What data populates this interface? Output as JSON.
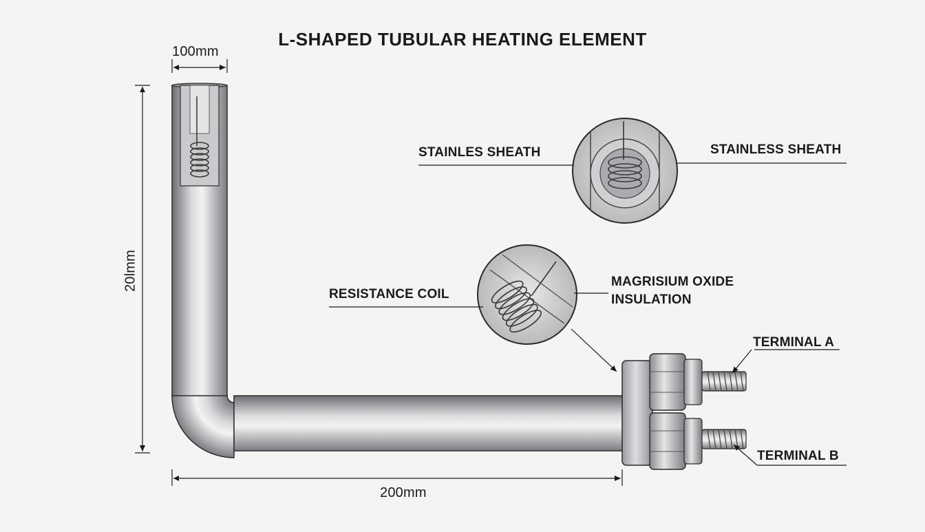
{
  "title": "L-SHAPED TUBULAR HEATING ELEMENT",
  "dimensions": {
    "top_width": "100mm",
    "vertical_length": "20lmm",
    "horizontal_length": "200mm"
  },
  "callouts": {
    "sheath_left": "STAINLES SHEATH",
    "sheath_right": "STAINLESS SHEATH",
    "resistance_coil": "RESISTANCE COIL",
    "insulation_line1": "MAGRISIUM OXIDE",
    "insulation_line2": "INSULATION",
    "terminal_a": "TERMINAL A",
    "terminal_b": "TERMINAL B"
  },
  "colors": {
    "background": "#f4f4f3",
    "metal_dark": "#6b6d70",
    "metal_light": "#e6e7e8",
    "line": "#1a1a1a"
  }
}
